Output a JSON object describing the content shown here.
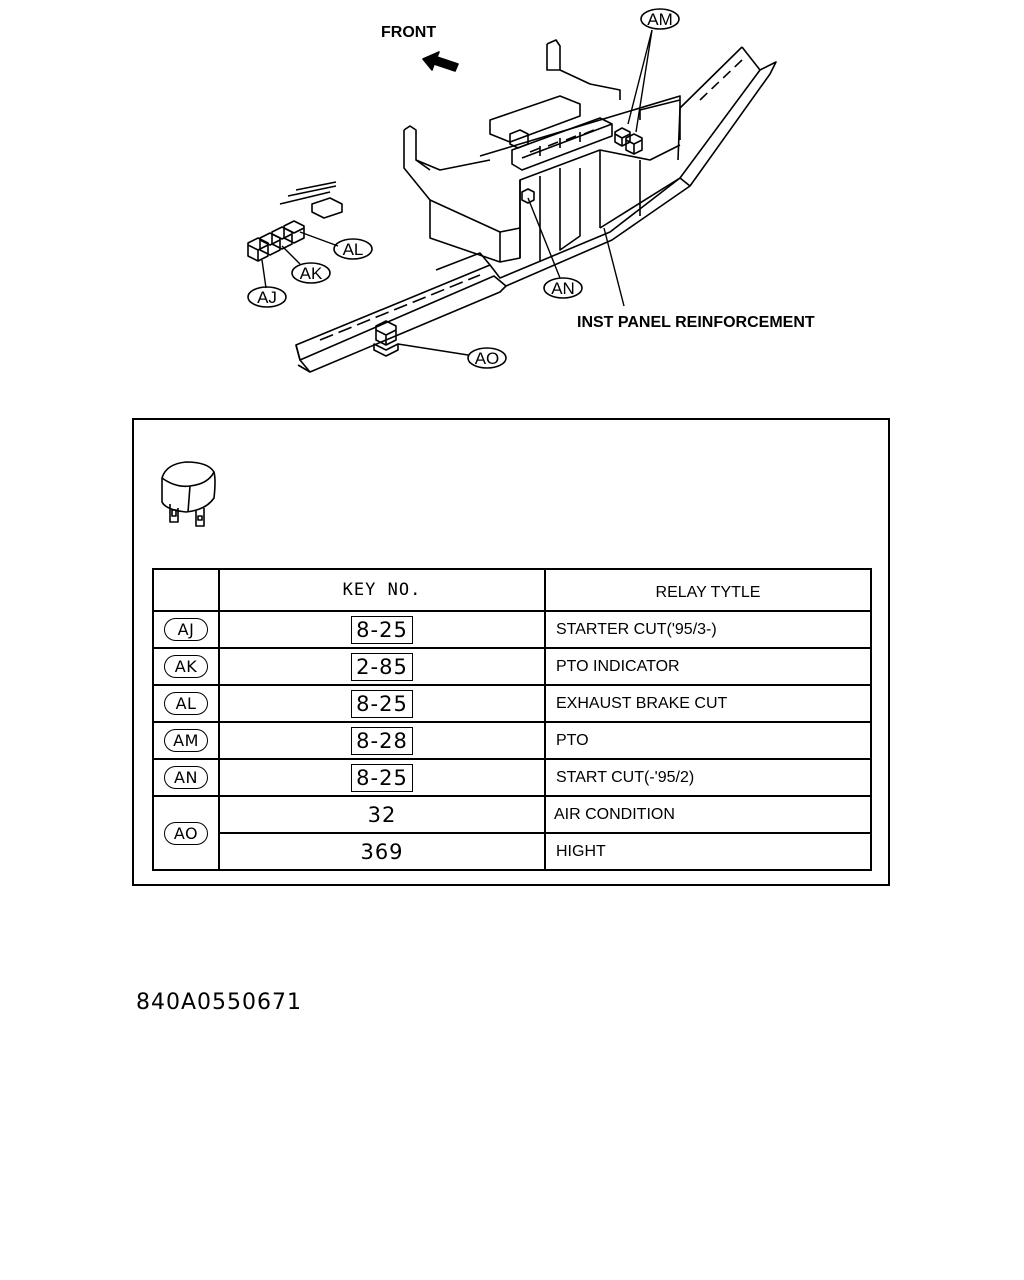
{
  "diagram": {
    "front_label": "FRONT",
    "reinforcement_label": "INST PANEL REINFORCEMENT",
    "callouts": {
      "am": "AM",
      "al": "AL",
      "ak": "AK",
      "aj": "AJ",
      "an": "AN",
      "ao": "AO"
    }
  },
  "table": {
    "header_key": "KEY NO.",
    "header_type": "RELAY TYTLE",
    "rows": [
      {
        "id": "AJ",
        "key": "8-25",
        "type": "STARTER CUT('95/3-)"
      },
      {
        "id": "AK",
        "key": "2-85",
        "type": "PTO INDICATOR"
      },
      {
        "id": "AL",
        "key": "8-25",
        "type": "EXHAUST BRAKE CUT"
      },
      {
        "id": "AM",
        "key": "8-28",
        "type": "PTO"
      },
      {
        "id": "AN",
        "key": "8-25",
        "type": "START CUT(-'95/2)"
      }
    ],
    "ao": {
      "id": "AO",
      "key_1": "32",
      "type_1": "AIR CONDITION",
      "key_2": "369",
      "type_2": "HIGHT"
    }
  },
  "figure_code": "840A0550671"
}
